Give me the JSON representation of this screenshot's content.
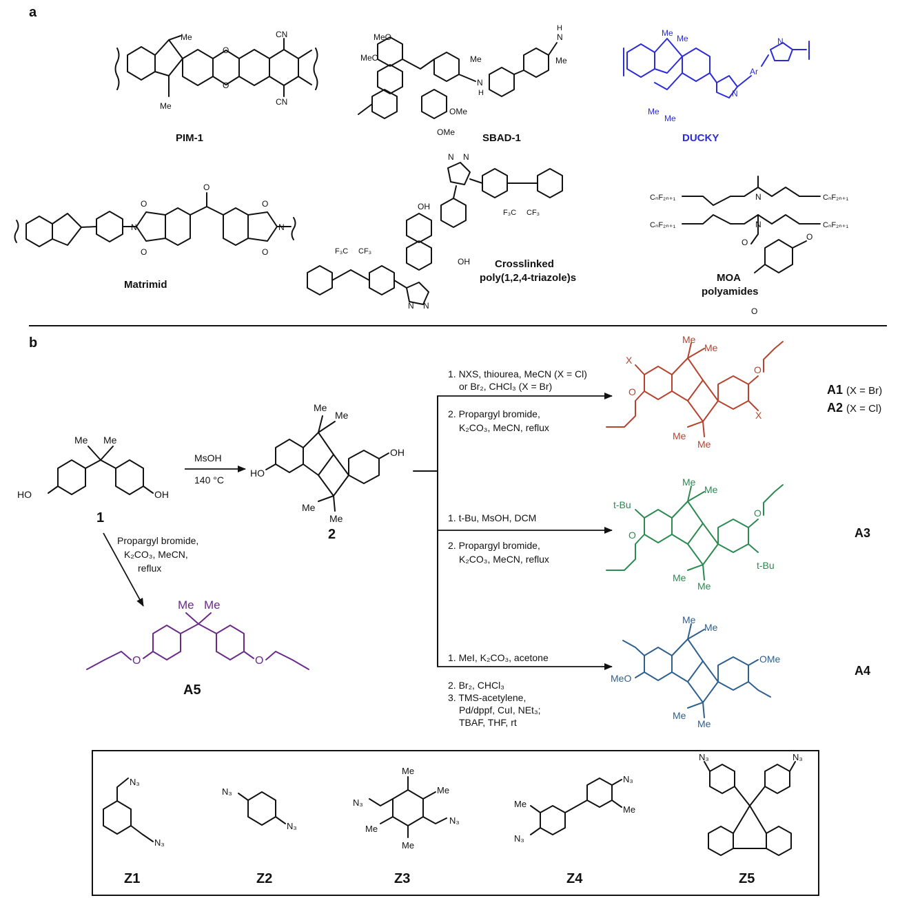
{
  "panels": {
    "a": "a",
    "b": "b"
  },
  "panel_a": {
    "polymers": [
      {
        "name": "PIM-1"
      },
      {
        "name": "SBAD-1"
      },
      {
        "name": "DUCKY"
      },
      {
        "name": "Matrimid"
      },
      {
        "name": "Crosslinked poly(1,2,4-triazole)s",
        "line1": "Crosslinked",
        "line2": "poly(1,2,4-triazole)s"
      },
      {
        "name": "MOA polyamides",
        "line1": "MOA",
        "line2": "polyamides"
      }
    ],
    "atom_labels": {
      "me": "Me",
      "cn": "CN",
      "o": "O",
      "meo": "MeO",
      "ome": "OMe",
      "h": "H",
      "n": "N",
      "ar": "Ar",
      "oh": "OH",
      "f3c": "F₃C",
      "cf3": "CF₃",
      "cnf": "CₙF₂ₙ₊₁"
    }
  },
  "panel_b": {
    "compounds": {
      "c1": "1",
      "c2": "2",
      "a1": "A1",
      "a1_note": "(X = Br)",
      "a2": "A2",
      "a2_note": "(X = Cl)",
      "a3": "A3",
      "a4": "A4",
      "a5": "A5"
    },
    "reagents": {
      "step_1_2": [
        "MsOH",
        "140 °C"
      ],
      "to_a5": [
        "Propargyl bromide,",
        "K₂CO₃, MeCN,",
        "reflux"
      ],
      "to_a1": [
        "1. NXS, thiourea, MeCN (X = Cl)",
        "or Br₂, CHCl₃ (X = Br)",
        "2. Propargyl bromide,",
        "K₂CO₃, MeCN, reflux"
      ],
      "to_a3": [
        "1. t-Bu, MsOH, DCM",
        "2. Propargyl bromide,",
        "K₂CO₃, MeCN, reflux"
      ],
      "to_a4": [
        "1. MeI, K₂CO₃, acetone",
        "2. Br₂, CHCl₃",
        "3. TMS-acetylene,",
        "Pd/dppf, CuI, NEt₃;",
        "TBAF, THF, rt"
      ]
    },
    "atom_labels": {
      "ho": "HO",
      "oh": "OH",
      "me": "Me",
      "x": "X",
      "o": "O",
      "tbu": "t-Bu",
      "meo": "MeO",
      "ome": "OMe"
    }
  },
  "azides": {
    "labels": [
      "Z1",
      "Z2",
      "Z3",
      "Z4",
      "Z5"
    ],
    "n3": "N₃",
    "me": "Me"
  },
  "colors": {
    "A1_A2": "#b5432d",
    "A3": "#2a8a4f",
    "A4": "#2d5f8f",
    "A5": "#6a2a8a",
    "DUCKY": "#2b2bd9"
  }
}
